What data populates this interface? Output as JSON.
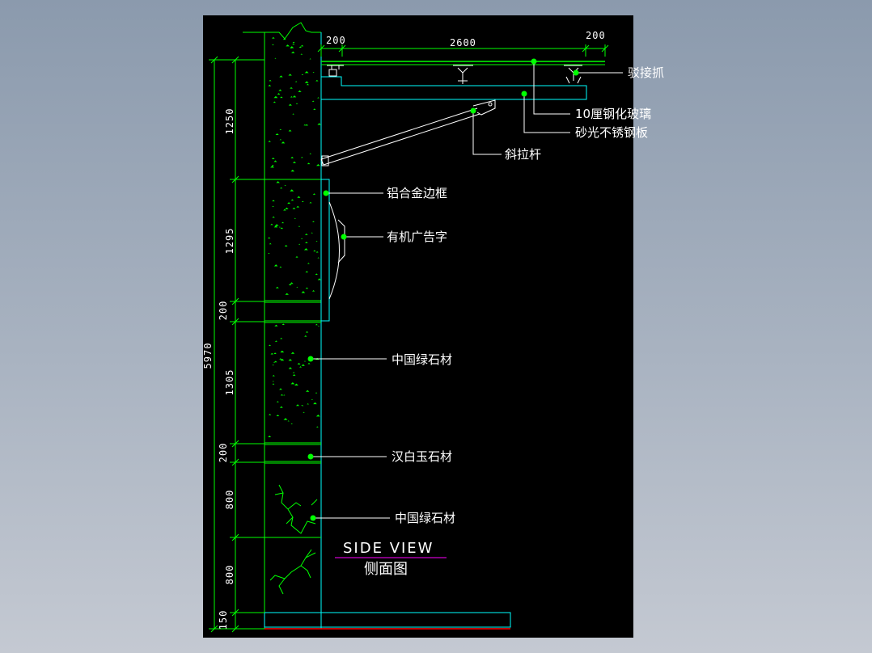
{
  "drawing": {
    "title_en": "SIDE  VIEW",
    "title_cn": "侧面图",
    "callouts": {
      "spider_clamp": "驳接抓",
      "glass": "10厘钢化玻璃",
      "steel_plate": "砂光不锈钢板",
      "tie_rod": "斜拉杆",
      "alu_frame": "铝合金边框",
      "acrylic_letters": "有机广告字",
      "green_stone_1": "中国绿石材",
      "white_jade": "汉白玉石材",
      "green_stone_2": "中国绿石材"
    },
    "dims_top": {
      "left": "200",
      "center": "2600",
      "right": "200"
    },
    "dims_side": {
      "total": "5970",
      "d1": "1250",
      "d2": "1295",
      "d3": "200",
      "d4": "1305",
      "d5": "200",
      "d6": "800",
      "d7": "800",
      "d8": "150"
    }
  },
  "colors": {
    "background": "#000000",
    "dimension": "#00ff00",
    "outline": "#00ffff",
    "text": "#ffffff",
    "title_underline": "#ff00ff",
    "base_line": "#ff0000"
  }
}
